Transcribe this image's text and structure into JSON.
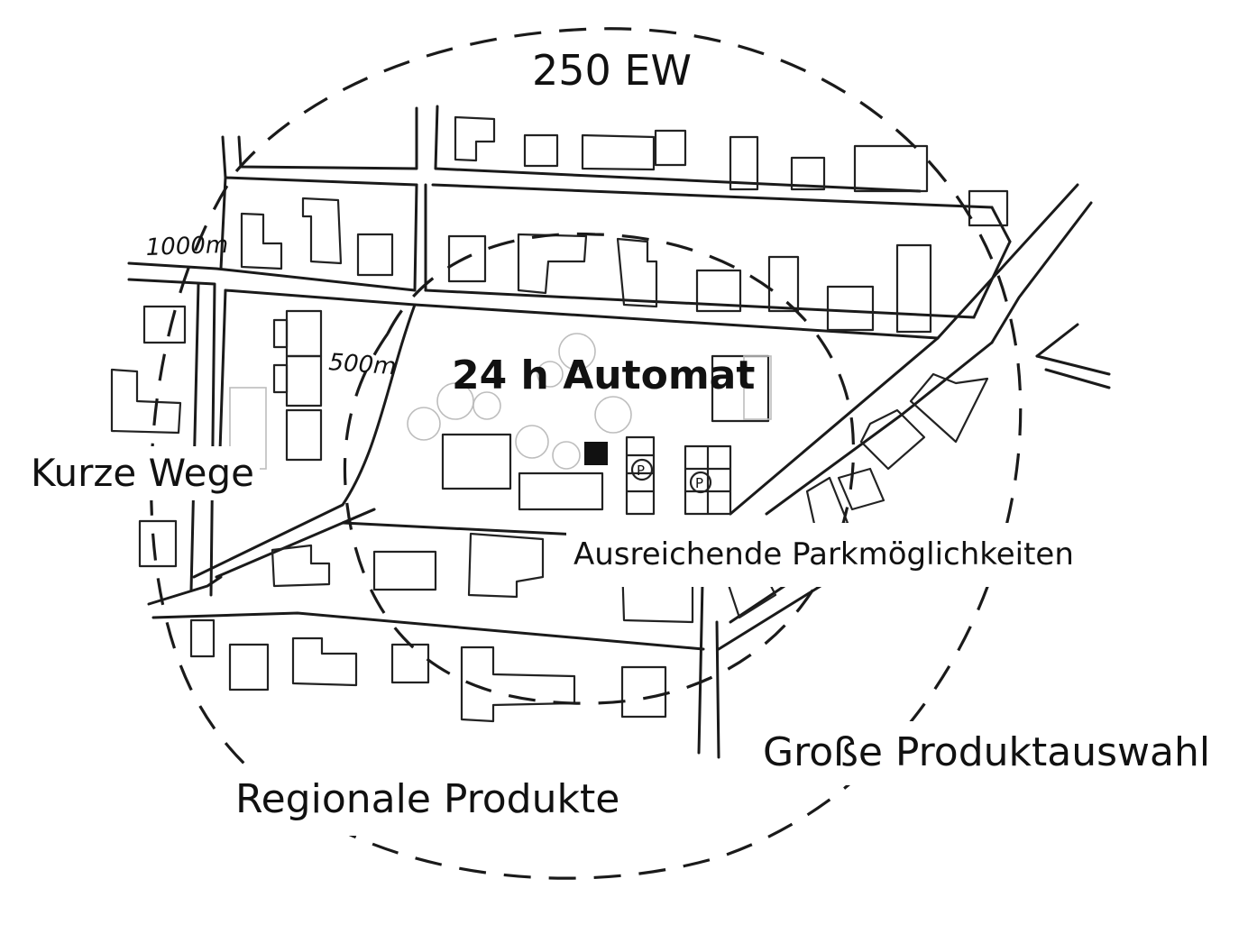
{
  "title_label": "250 EW",
  "center_label": "24 h Automat",
  "labels": {
    "kurze_wege": "Kurze Wege",
    "parking": "Ausreichende Parkmöglichkeiten",
    "product_choice": "Große Produktauswahl",
    "regional": "Regionale Produkte"
  },
  "radius_labels": {
    "outer": "1000m",
    "inner": "500m"
  },
  "parking_symbol": "P",
  "colors": {
    "ink": "#1a1a1a",
    "background": "#ffffff",
    "vending_machine": "#111111"
  }
}
